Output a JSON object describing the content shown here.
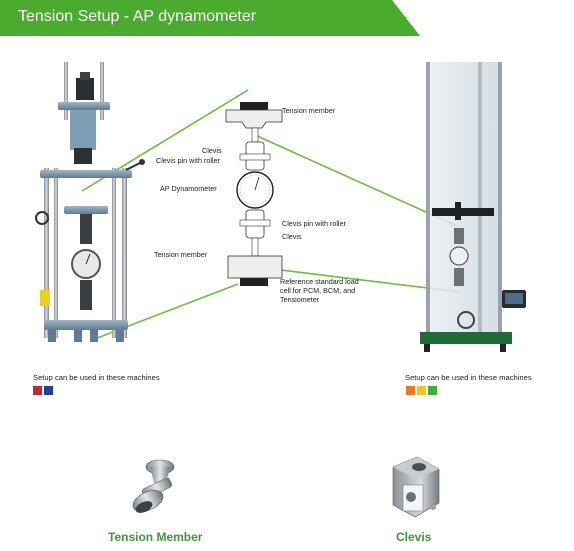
{
  "header": {
    "title": "Tension Setup - AP dynamometer",
    "color": "#4aab2f"
  },
  "diagram": {
    "labels": {
      "tension_member_top": "Tension member",
      "clevis_top": "Clevis",
      "clevis_pin_top": "Clevis pin with roller",
      "ap_dynamometer": "AP Dynamometer",
      "clevis_pin_bottom": "Clevis pin with roller",
      "clevis_bottom": "Clevis",
      "tension_member_bottom": "Tension member",
      "reference_cell_l1": "Reference standard load",
      "reference_cell_l2": "cell for PCM, BCM, and",
      "reference_cell_l3": "Tensiometer"
    },
    "connector_color": "#6cbf3a"
  },
  "machines": {
    "left_caption": "Setup can be used in these machines",
    "right_caption": "Setup can be used in these machines",
    "left_swatches": [
      "#cc2233",
      "#223e99"
    ],
    "right_swatches": [
      "#ee7722",
      "#f2c81c",
      "#3fae3a"
    ]
  },
  "parts": {
    "tension_member_label": "Tension Member",
    "clevis_label": "Clevis",
    "label_color": "#3d9a3a"
  }
}
